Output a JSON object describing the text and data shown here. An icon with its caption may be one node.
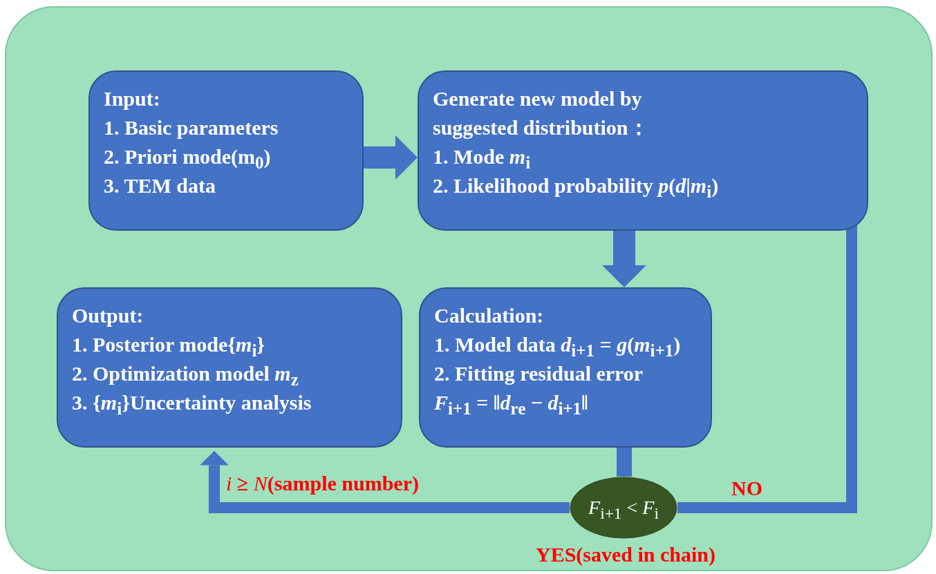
{
  "diagram": {
    "nodes": [
      {
        "text": [
          "Input:",
          "1. Basic parameters",
          "2. Priori mode(m$_{0}$)",
          "3. TEM data"
        ]
      },
      {
        "text": [
          "Generate new model by suggested distribution：",
          "1. Mode *m*$_{i}$",
          "2. Likelihood probability *p*(*d*|*m*$_{i}$)"
        ]
      },
      {
        "text": [
          "Calculation:",
          "1. Model data *d*$_{i+1}$ = *g*(*m*$_{i+1}$)",
          "2. Fitting residual error",
          "*F*$_{i+1}$ = ‖*d*$_{re}$ − *d*$_{i+1}$‖"
        ]
      },
      {
        "text": [
          "Output:",
          "1. Posterior mode{*m*$_{i}$}",
          "2. Optimization model *m*$_{z}$",
          "3. {*m*$_{i}$}Uncertainty analysis"
        ]
      },
      {
        "text": [
          "*F*$_{i+1}$ < *F*$_{i}$"
        ],
        "beside": [
          "YES(saved in chain)"
        ]
      }
    ],
    "edges": [
      {
        "from": 0,
        "to": 1,
        "arrow": "to"
      },
      {
        "from": 1,
        "to": 2,
        "arrow": "to"
      },
      {
        "from": 2,
        "to": 4,
        "arrow": "none"
      },
      {
        "from": 4,
        "to": 1,
        "arrow": "to",
        "label": "NO"
      },
      {
        "from": 4,
        "to": 3,
        "arrow": "to",
        "label": "*i* ≥ *N*(sample number)"
      }
    ]
  }
}
